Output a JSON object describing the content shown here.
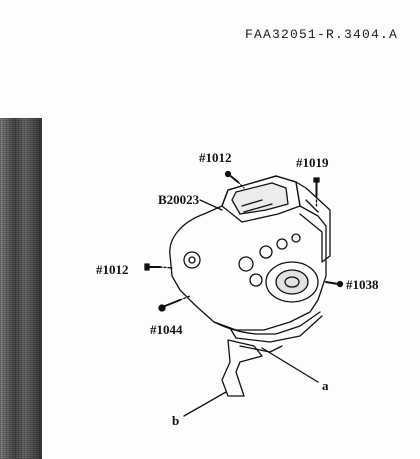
{
  "header": {
    "doc_code": "FAA32051-R.3404.A"
  },
  "figure": {
    "part_number": "B20023",
    "screws": {
      "top_left": "#1012",
      "top_right": "#1019",
      "left": "#1012",
      "right": "#1038",
      "bottom_left": "#1044"
    },
    "callouts": {
      "a": "a",
      "b": "b"
    }
  }
}
